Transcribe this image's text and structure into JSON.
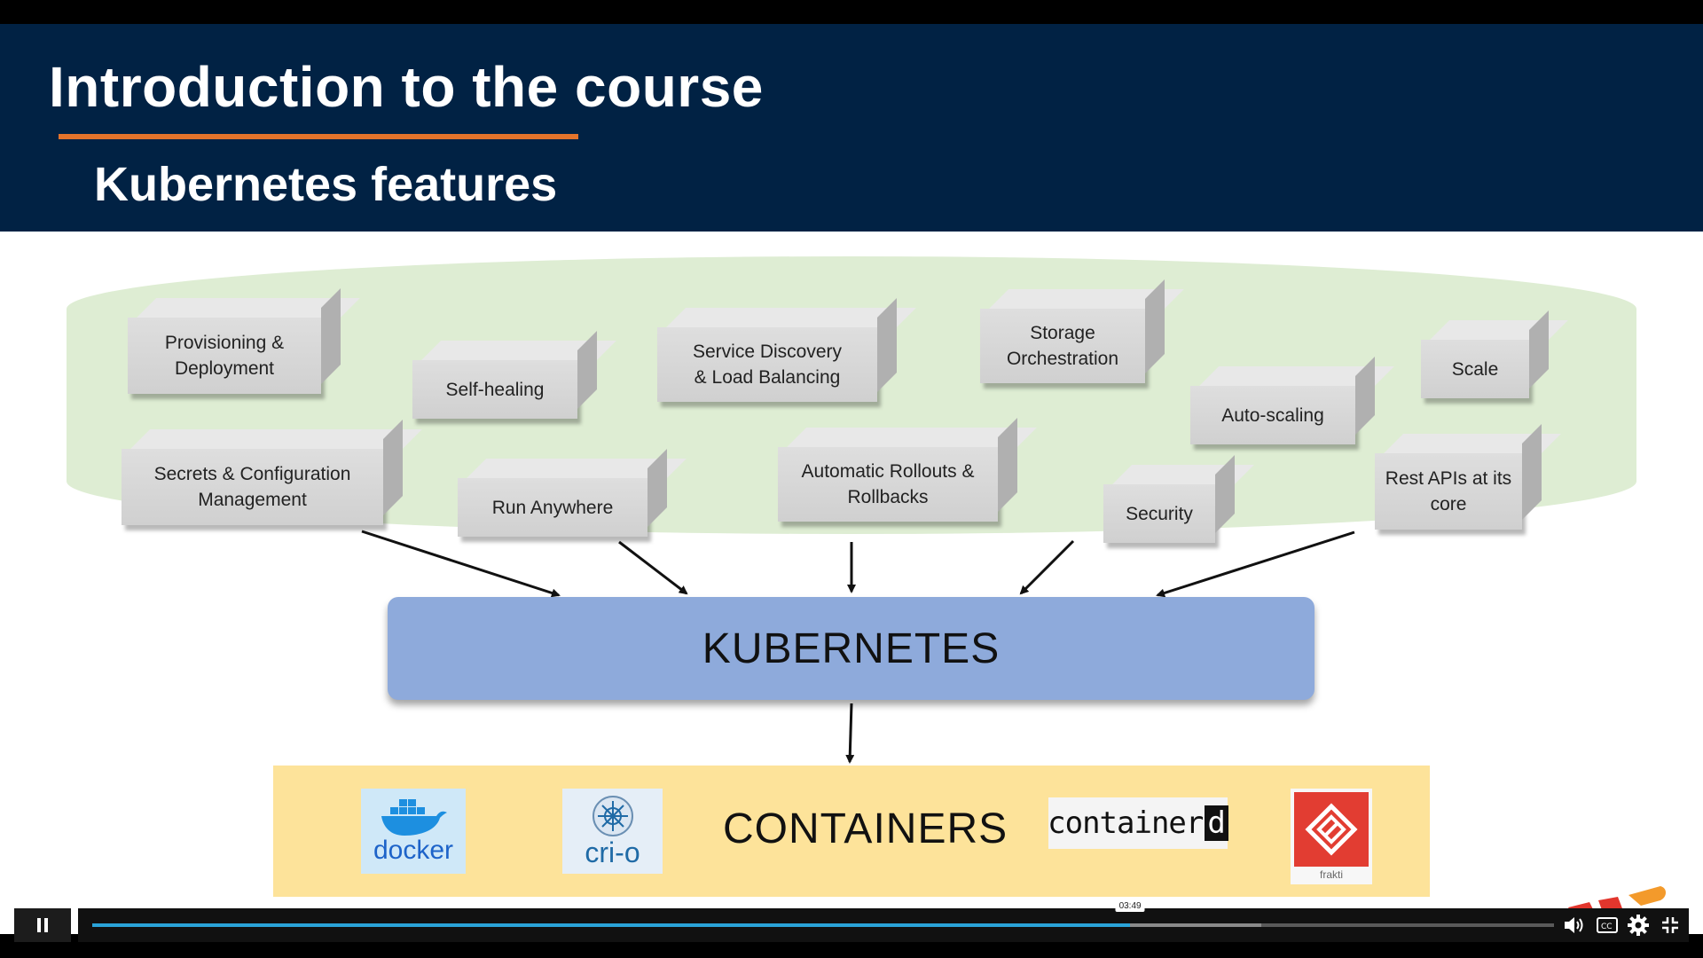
{
  "slide": {
    "title": "Introduction to the course",
    "subtitle": "Kubernetes features",
    "features": [
      "Provisioning &\nDeployment",
      "Self-healing",
      "Service Discovery\n& Load Balancing",
      "Storage\nOrchestration",
      "Auto-scaling",
      "Scale",
      "Secrets & Configuration\nManagement",
      "Run Anywhere",
      "Automatic Rollouts &\nRollbacks",
      "Security",
      "Rest APIs at its\ncore"
    ],
    "central_label": "KUBERNETES",
    "containers_label": "CONTAINERS",
    "logos": {
      "docker": "docker",
      "crio": "cri-o",
      "containerd": "container",
      "containerd_suffix": "d",
      "frakti": "frakti"
    }
  },
  "player": {
    "time": "03:49",
    "progress_fraction": 0.71,
    "buffered_fraction": 0.8,
    "icons": [
      "pause-icon",
      "volume-icon",
      "captions-icon",
      "settings-icon",
      "exit-fullscreen-icon"
    ]
  },
  "colors": {
    "header": "#012244",
    "accent": "#e4742b",
    "features_bg": "#deedd3",
    "kubernetes_box": "#8eaadb",
    "containers_bg": "#fde39a",
    "progress": "#2aa3d8"
  }
}
